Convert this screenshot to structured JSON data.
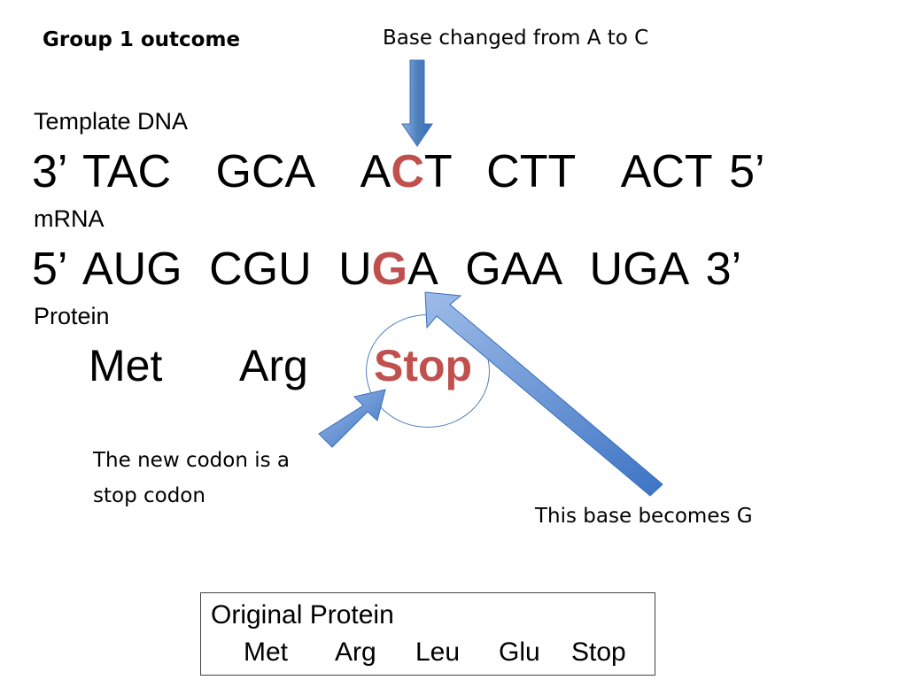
{
  "group_title": "Group 1 outcome",
  "callouts": {
    "base_change": "Base changed from A to C",
    "new_codon": "The new codon is a",
    "new_codon_line2": "stop codon",
    "becomes_g": "This base becomes G"
  },
  "template_dna": {
    "label": "Template DNA",
    "end_left": "3’",
    "codons": [
      "TAC",
      "GCA",
      "A",
      "C",
      "T",
      "CTT",
      "ACT"
    ],
    "end_right": "5’"
  },
  "mrna": {
    "label": "mRNA",
    "end_left": "5’",
    "codons": [
      "AUG",
      "CGU",
      "U",
      "G",
      "A",
      "GAA",
      "UGA"
    ],
    "end_right": "3’"
  },
  "protein": {
    "label": "Protein",
    "amino_acids": [
      "Met",
      "Arg",
      "Stop"
    ]
  },
  "original_protein": {
    "title": "Original Protein",
    "amino_acids": [
      "Met",
      "Arg",
      "Leu",
      "Glu",
      "Stop"
    ]
  },
  "colors": {
    "highlight": "#c0504d",
    "arrow": "#4f81bd"
  }
}
